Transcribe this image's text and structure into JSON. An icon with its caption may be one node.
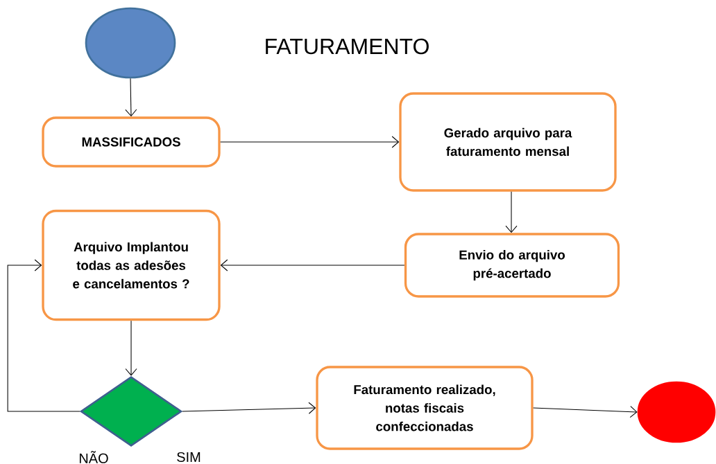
{
  "diagram": {
    "title": "FATURAMENTO",
    "nodes": [
      {
        "text": [],
        "shape": "circle"
      },
      {
        "text": [
          "MASSIFICADOS"
        ]
      },
      {
        "text": [
          "Gerado arquivo para faturamento mensal"
        ]
      },
      {
        "text": [
          "Envio do arquivo pré-acertado"
        ]
      },
      {
        "text": [
          "Arquivo Implantou todas as adesões e cancelamentos ?"
        ]
      },
      {
        "text": [],
        "shape": "diamond"
      },
      {
        "text": [
          "Faturamento realizado, notas fiscais confeccionadas"
        ]
      },
      {
        "text": [],
        "shape": "circle"
      }
    ],
    "edges": [
      {
        "from": 0,
        "to": 1,
        "arrow": "to"
      },
      {
        "from": 1,
        "to": 2,
        "arrow": "to"
      },
      {
        "from": 2,
        "to": 3,
        "arrow": "to"
      },
      {
        "from": 3,
        "to": 4,
        "arrow": "to"
      },
      {
        "from": 4,
        "to": 5,
        "arrow": "to"
      },
      {
        "from": 5,
        "to": 4,
        "arrow": "to",
        "label": "NÃO"
      },
      {
        "from": 5,
        "to": 6,
        "arrow": "to",
        "label": "SIM"
      },
      {
        "from": 6,
        "to": 7,
        "arrow": "to"
      }
    ]
  }
}
